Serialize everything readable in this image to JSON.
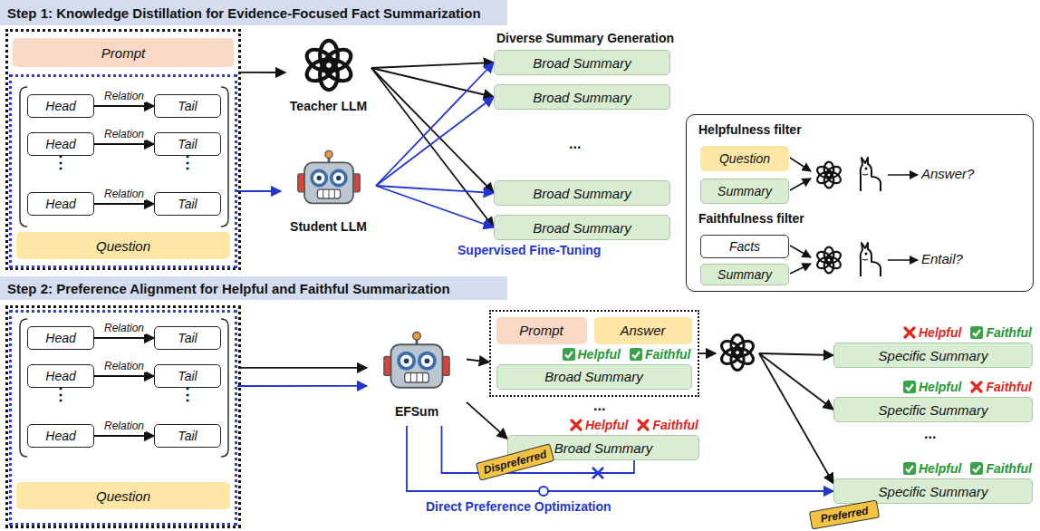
{
  "diagram": {
    "nodes": [
      {
        "text": [
          "Step 1: Knowledge Distillation for Evidence-Focused Fact Summarization"
        ]
      },
      {
        "text": []
      },
      {
        "text": [
          "Prompt"
        ],
        "in": 1
      },
      {
        "text": [],
        "in": 1
      },
      {
        "text": [
          "Head"
        ],
        "in": 3
      },
      {
        "text": [
          "Tail"
        ],
        "in": 3
      },
      {
        "text": [
          "Head"
        ],
        "in": 3
      },
      {
        "text": [
          "Tail"
        ],
        "in": 3
      },
      {
        "text": [
          "Head"
        ],
        "in": 3
      },
      {
        "text": [
          "Tail"
        ],
        "in": 3
      },
      {
        "text": [
          "Question"
        ],
        "in": 3
      },
      {
        "text": [
          "Teacher LLM"
        ]
      },
      {
        "text": [
          "Student LLM"
        ]
      },
      {
        "text": [
          "Broad Summary"
        ]
      },
      {
        "text": [
          "Broad Summary"
        ]
      },
      {
        "text": [
          "Broad Summary"
        ]
      },
      {
        "text": [
          "Broad Summary"
        ]
      },
      {
        "text": [
          "Helpfulness filter",
          "Faithfulness filter"
        ]
      },
      {
        "text": [
          "Question"
        ],
        "in": 17
      },
      {
        "text": [
          "Summary"
        ],
        "in": 17
      },
      {
        "text": [
          "Facts"
        ],
        "in": 17
      },
      {
        "text": [
          "Summary"
        ],
        "in": 17
      },
      {
        "text": [
          "Step 2: Preference Alignment for Helpful and Faithful Summarization"
        ]
      },
      {
        "text": []
      },
      {
        "text": [],
        "in": 23
      },
      {
        "text": [
          "Head"
        ],
        "in": 24
      },
      {
        "text": [
          "Tail"
        ],
        "in": 24
      },
      {
        "text": [
          "Head"
        ],
        "in": 24
      },
      {
        "text": [
          "Tail"
        ],
        "in": 24
      },
      {
        "text": [
          "Head"
        ],
        "in": 24
      },
      {
        "text": [
          "Tail"
        ],
        "in": 24
      },
      {
        "text": [
          "Question"
        ],
        "in": 24
      },
      {
        "text": [
          "EFSum"
        ]
      },
      {
        "text": []
      },
      {
        "text": [
          "Prompt"
        ],
        "in": 33
      },
      {
        "text": [
          "Answer"
        ],
        "in": 33
      },
      {
        "text": [
          "Helpful",
          "Faithful",
          "Broad Summary"
        ],
        "in": 33
      },
      {
        "text": [
          "Helpful",
          "Faithful",
          "Broad Summary"
        ]
      },
      {
        "text": [
          "Dispreferred"
        ]
      },
      {
        "text": []
      },
      {
        "text": [
          "Helpful",
          "Faithful",
          "Specific Summary"
        ]
      },
      {
        "text": [
          "Helpful",
          "Faithful",
          "Specific Summary"
        ]
      },
      {
        "text": [
          "Helpful",
          "Faithful",
          "Specific Summary"
        ]
      },
      {
        "text": [
          "Preferred"
        ]
      }
    ],
    "edges": [
      {
        "from": 1,
        "to": 11,
        "arrow": "to"
      },
      {
        "from": 3,
        "to": 12,
        "arrow": "to"
      },
      {
        "from": 11,
        "to": 13,
        "arrow": "to"
      },
      {
        "from": 11,
        "to": 14,
        "arrow": "to"
      },
      {
        "from": 11,
        "to": 15,
        "arrow": "to"
      },
      {
        "from": 11,
        "to": 16,
        "arrow": "to"
      },
      {
        "from": 12,
        "to": 13,
        "arrow": "to"
      },
      {
        "from": 12,
        "to": 14,
        "arrow": "to"
      },
      {
        "from": 12,
        "to": 15,
        "arrow": "to"
      },
      {
        "from": 12,
        "to": 16,
        "arrow": "to"
      },
      {
        "from": 4,
        "to": 5,
        "label": "Relation",
        "arrow": "to"
      },
      {
        "from": 6,
        "to": 7,
        "label": "Relation",
        "arrow": "to"
      },
      {
        "from": 8,
        "to": 9,
        "label": "Relation",
        "arrow": "to"
      },
      {
        "from": 23,
        "to": 32,
        "arrow": "to"
      },
      {
        "from": 24,
        "to": 32,
        "arrow": "to"
      },
      {
        "from": 25,
        "to": 26,
        "label": "Relation",
        "arrow": "to"
      },
      {
        "from": 27,
        "to": 28,
        "label": "Relation",
        "arrow": "to"
      },
      {
        "from": 29,
        "to": 30,
        "label": "Relation",
        "arrow": "to"
      },
      {
        "from": 32,
        "to": 33,
        "arrow": "to"
      },
      {
        "from": 32,
        "to": 37,
        "arrow": "to"
      },
      {
        "from": 33,
        "to": 39,
        "arrow": "to"
      },
      {
        "from": 39,
        "to": 40,
        "arrow": "to"
      },
      {
        "from": 39,
        "to": 41,
        "arrow": "to"
      },
      {
        "from": 39,
        "to": 42,
        "arrow": "to"
      },
      {
        "from": 32,
        "to": 37,
        "arrow": "none"
      },
      {
        "from": 32,
        "to": 42,
        "arrow": "to"
      }
    ],
    "labels": [
      "⋮",
      "⋮",
      "Diverse Summary Generation",
      "...",
      "Supervised Fine-Tuning",
      "Answer?",
      "Entail?",
      "⋮",
      "⋮",
      "...",
      "...",
      "Direct Preference Optimization"
    ]
  }
}
